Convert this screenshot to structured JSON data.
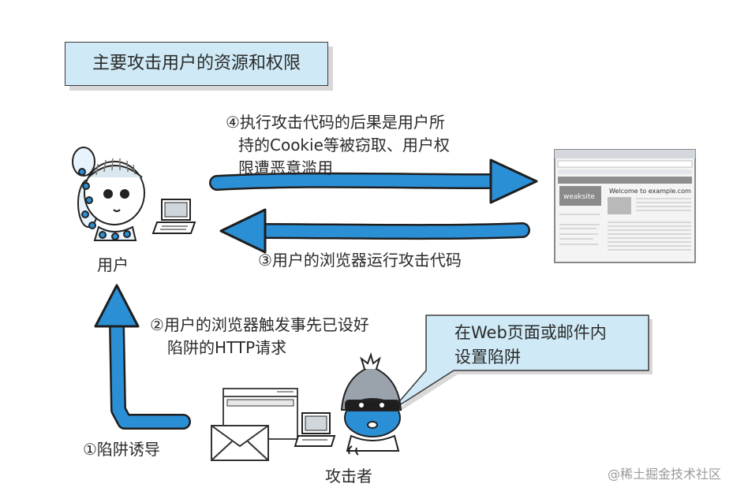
{
  "diagram": {
    "title": "主要攻击用户的资源和权限",
    "step4_line1": "④执行攻击代码的后果是用户所",
    "step4_line2": "持的Cookie等被窃取、用户权",
    "step4_line3": "限遭恶意滥用",
    "step3": "③用户的浏览器运行攻击代码",
    "step2_line1": "②用户的浏览器触发事先已设好",
    "step2_line2": "陷阱的HTTP请求",
    "step1": "①陷阱诱导",
    "callout_line1": "在Web页面或邮件内",
    "callout_line2": "设置陷阱",
    "user_label": "用户",
    "attacker_label": "攻击者",
    "browser_brand": "weaksite",
    "browser_heading": "Welcome to example.com",
    "watermark": "@稀土掘金技术社区"
  },
  "colors": {
    "arrow": "#2b8fd6",
    "title_bg": "#cfeaf6",
    "callout_bg": "#cfeaf6",
    "attacker_hood": "#9aa3ab"
  },
  "icons": [
    "user-girl-icon",
    "laptop-icon",
    "browser-screenshot-icon",
    "envelope-icon",
    "web-page-icon",
    "attacker-icon"
  ]
}
